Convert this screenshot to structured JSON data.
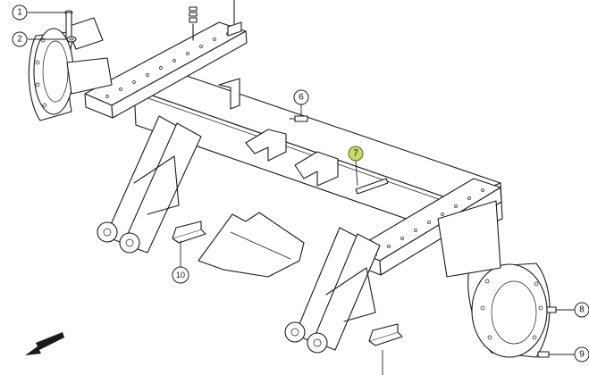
{
  "callouts": [
    {
      "id": "c1",
      "label": "1"
    },
    {
      "id": "c2",
      "label": "2"
    },
    {
      "id": "c6",
      "label": "6"
    },
    {
      "id": "c7",
      "label": "7",
      "highlight": true
    },
    {
      "id": "c8",
      "label": "8"
    },
    {
      "id": "c9",
      "label": "9"
    },
    {
      "id": "c10",
      "label": "10"
    }
  ],
  "colors": {
    "line": "#1a1a1a",
    "highlight_bubble": "#c8d96a",
    "background": "#ffffff"
  },
  "icons": [
    "direction-arrow-icon"
  ]
}
